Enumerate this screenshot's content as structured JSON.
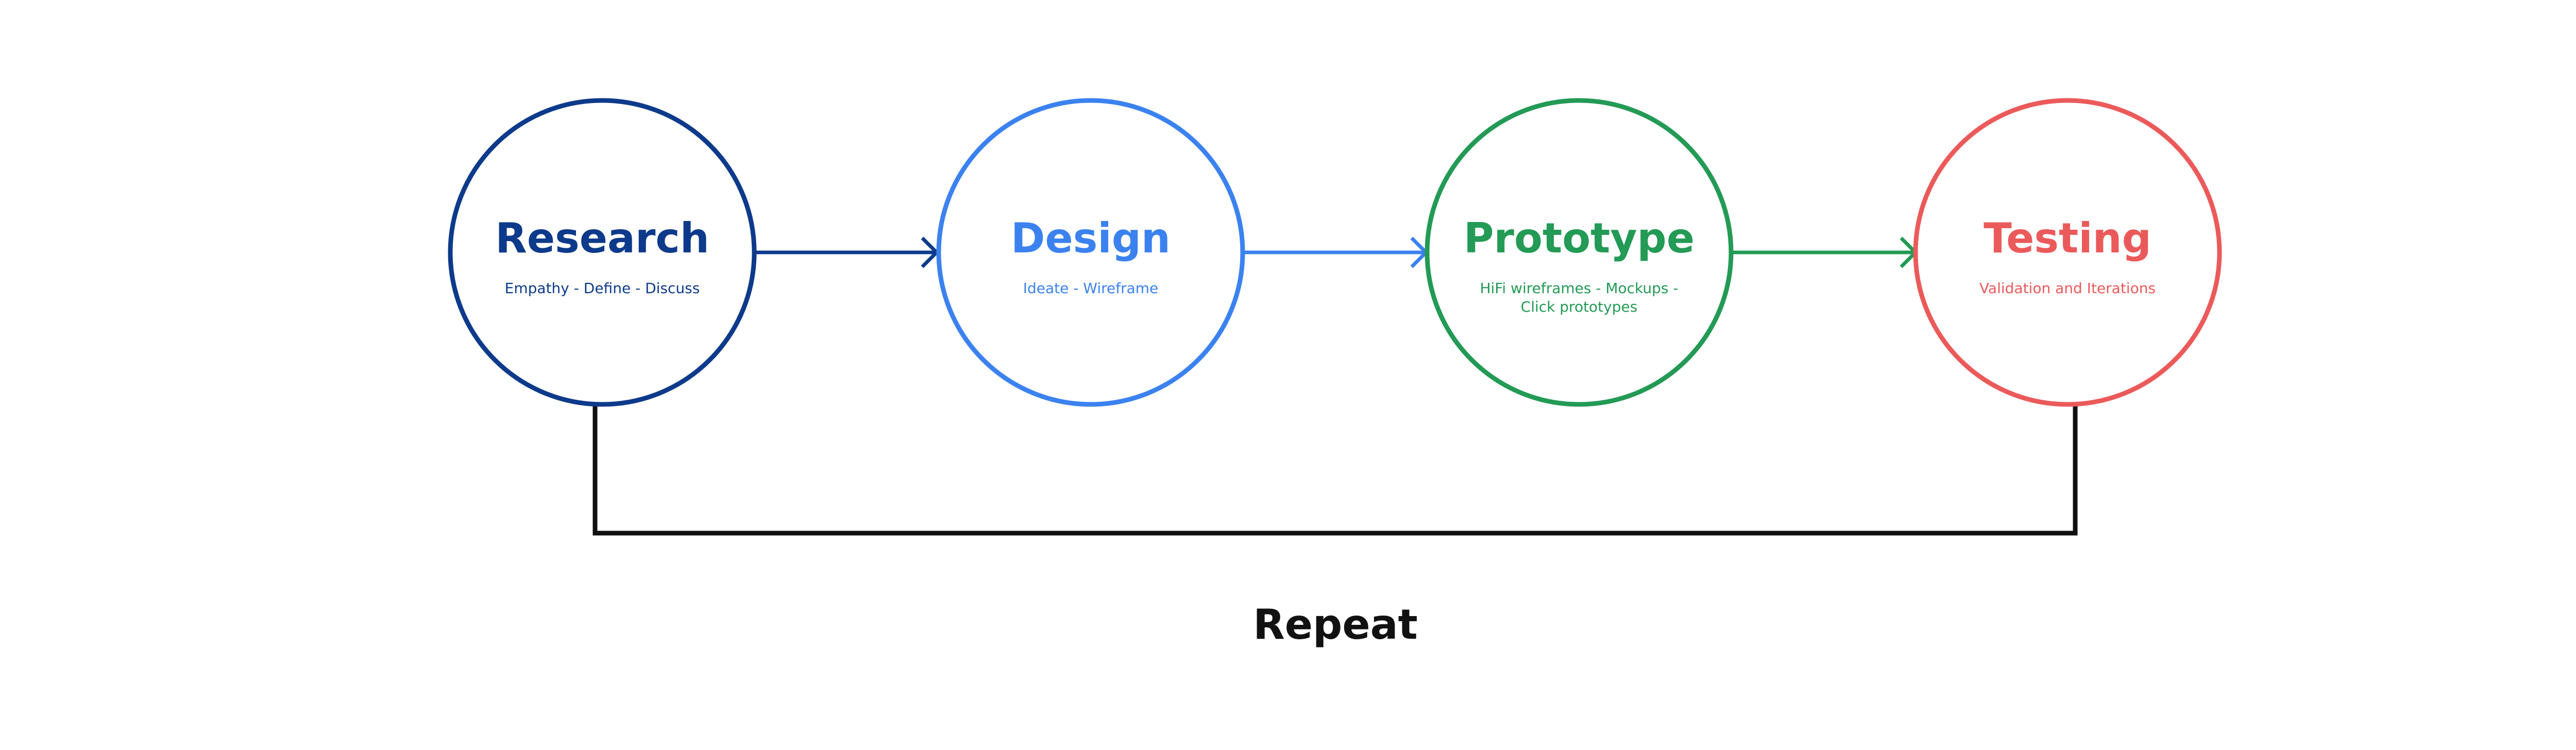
{
  "stages": [
    {
      "title": "Research",
      "subtitle_lines": [
        "Empathy - Define - Discuss"
      ],
      "color": "#0D3A8A"
    },
    {
      "title": "Design",
      "subtitle_lines": [
        "Ideate - Wireframe"
      ],
      "color": "#3B82F0"
    },
    {
      "title": "Prototype",
      "subtitle_lines": [
        "HiFi wireframes - Mockups -",
        "Click prototypes"
      ],
      "color": "#239A55"
    },
    {
      "title": "Testing",
      "subtitle_lines": [
        "Validation and Iterations"
      ],
      "color": "#EB5A5A"
    }
  ],
  "loop": {
    "label": "Repeat",
    "color": "#111111"
  }
}
